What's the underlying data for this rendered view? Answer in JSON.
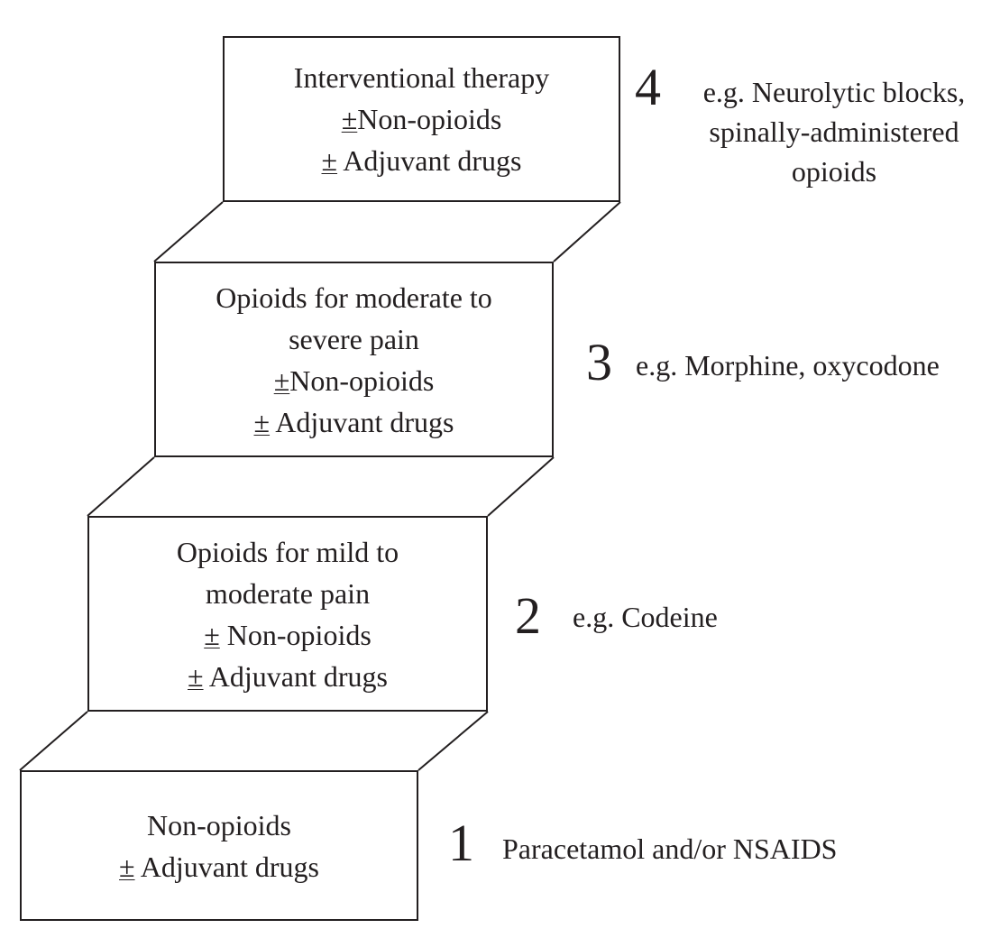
{
  "steps": [
    {
      "number": "4",
      "lines": [
        "Interventional therapy",
        "±Non-opioids",
        "± Adjuvant drugs"
      ],
      "example_lines": [
        "e.g. Neurolytic blocks,",
        "spinally-administered",
        "opioids"
      ]
    },
    {
      "number": "3",
      "lines": [
        "Opioids for moderate to",
        "severe pain",
        "±Non-opioids",
        "± Adjuvant drugs"
      ],
      "example_lines": [
        "e.g. Morphine, oxycodone"
      ]
    },
    {
      "number": "2",
      "lines": [
        "Opioids for mild to",
        "moderate pain",
        "± Non-opioids",
        "±  Adjuvant drugs"
      ],
      "example_lines": [
        "e.g. Codeine"
      ]
    },
    {
      "number": "1",
      "lines": [
        "Non-opioids",
        "± Adjuvant drugs"
      ],
      "example_lines": [
        "Paracetamol and/or NSAIDS"
      ]
    }
  ],
  "colors": {
    "line": "#231f20",
    "background": "#ffffff"
  }
}
